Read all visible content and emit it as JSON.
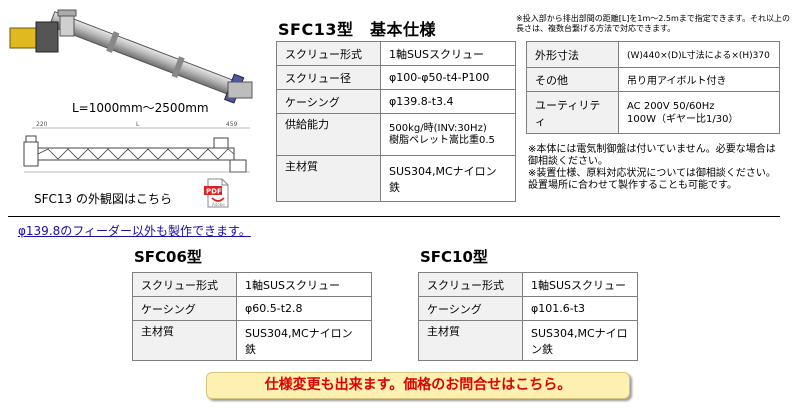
{
  "left": {
    "length_label": "L=1000mm～2500mm",
    "view_link": "SFC13 の外観図はこちら",
    "pdf_badge": "PDF",
    "pdf_sub": "Adobe",
    "dims": {
      "left": "220",
      "mid": "L",
      "right": "459"
    }
  },
  "main": {
    "title": "SFC13型　基本仕様",
    "note_top": "※投入部から排出部間の距離[L]を1m～2.5mまで指定できます。それ以上の長さは、複数台繋げる方法で対応できます。",
    "spec": [
      {
        "label": "スクリュー形式",
        "value": "1軸SUSスクリュー"
      },
      {
        "label": "スクリュー径",
        "value": "φ100-φ50-t4-P100"
      },
      {
        "label": "ケーシング",
        "value": "φ139.8-t3.4"
      },
      {
        "label": "供給能力",
        "value": "500kg/時(INV:30Hz)\n樹脂ペレット嵩比重0.5"
      },
      {
        "label": "主材質",
        "value": "SUS304,MCナイロン鉄"
      }
    ],
    "side": [
      {
        "label": "外形寸法",
        "value": "(W)440×(D)L寸法による×(H)370"
      },
      {
        "label": "その他",
        "value": "吊り用アイボルト付き"
      },
      {
        "label": "ユーティリティ",
        "value": "AC 200V 50/60Hz\n100W（ギヤー比1/30）"
      }
    ],
    "note_mid": "※本体には電気制御盤は付いていません。必要な場合は御相談ください。\n※装置仕様、原料対応状況については御相談ください。設置場所に合わせて製作することも可能です。"
  },
  "feeder_link": "φ139.8のフィーダー以外も製作できます。",
  "sfc06": {
    "title": "SFC06型",
    "rows": [
      {
        "label": "スクリュー形式",
        "value": "1軸SUSスクリュー"
      },
      {
        "label": "ケーシング",
        "value": "φ60.5-t2.8"
      },
      {
        "label": "主材質",
        "value": "SUS304,MCナイロン鉄"
      }
    ]
  },
  "sfc10": {
    "title": "SFC10型",
    "rows": [
      {
        "label": "スクリュー形式",
        "value": "1軸SUSスクリュー"
      },
      {
        "label": "ケーシング",
        "value": "φ101.6-t3"
      },
      {
        "label": "主材質",
        "value": "SUS304,MCナイロン鉄"
      }
    ]
  },
  "cta": "仕様変更も出来ます。価格のお問合せはこちら。",
  "colors": {
    "link": "#1a0dab",
    "cta_bg": "#fdf0b0",
    "cta_text": "#e00000",
    "cell_label_bg": "#f1f1f1"
  }
}
